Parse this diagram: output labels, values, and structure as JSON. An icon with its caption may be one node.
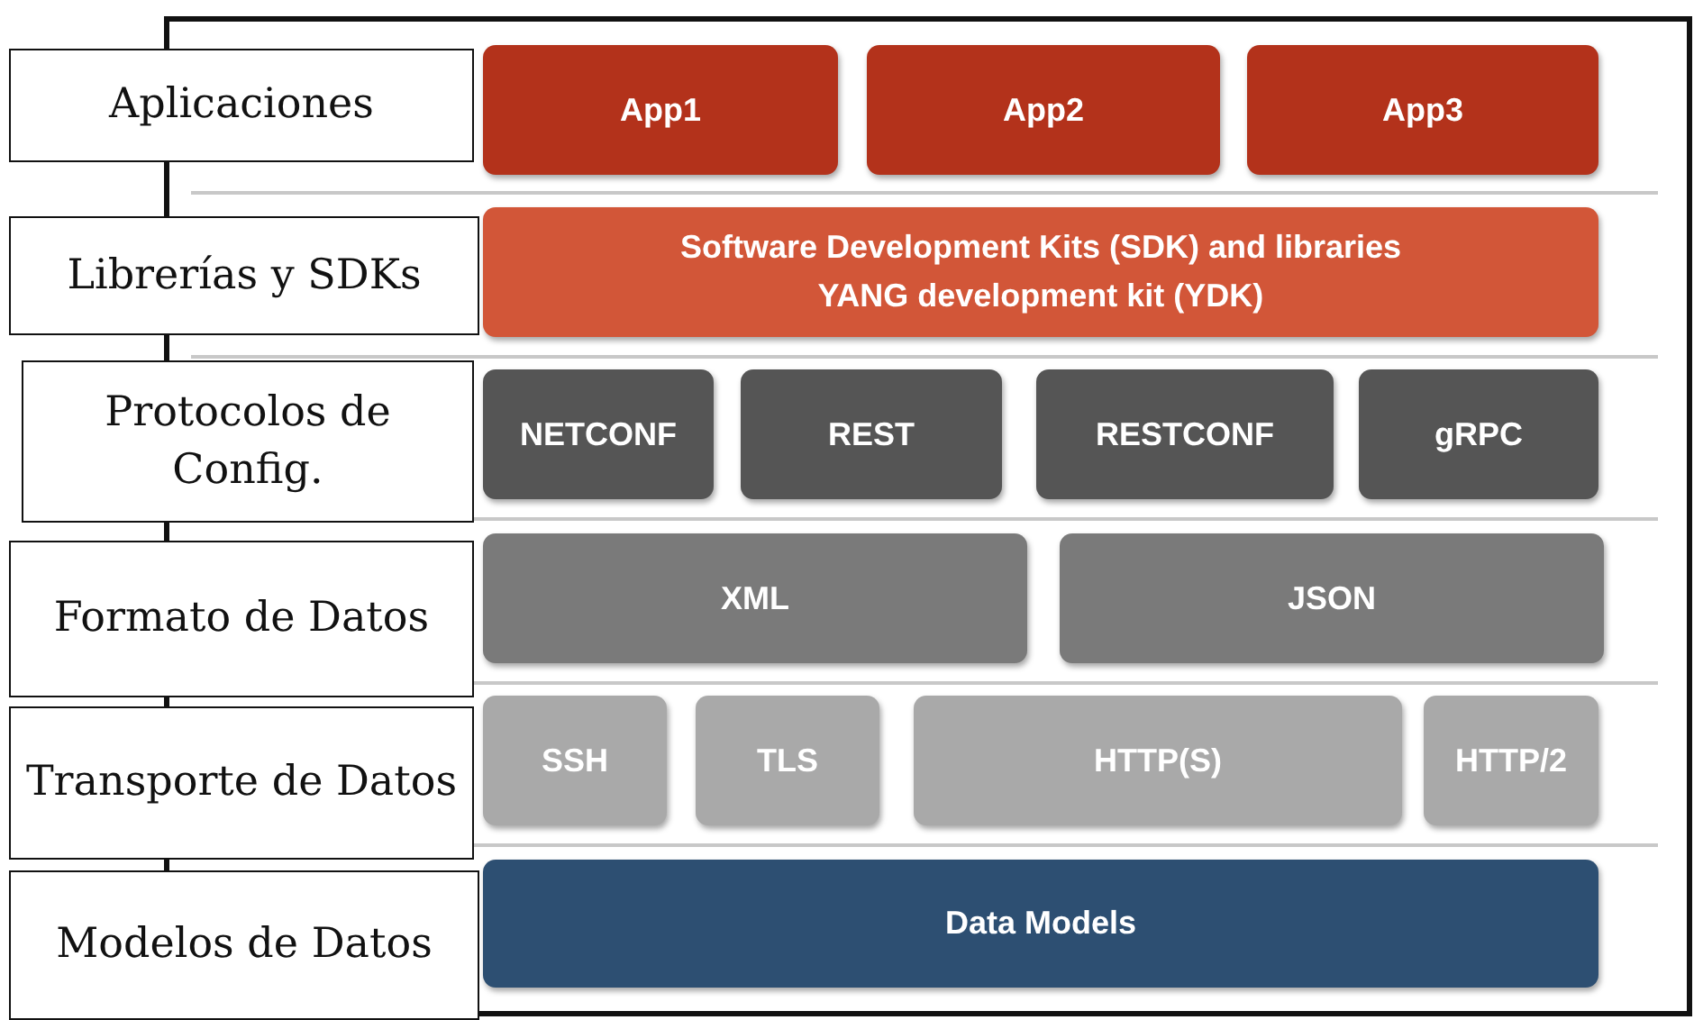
{
  "diagram": {
    "nodes": [
      {
        "text": [
          "Aplicaciones"
        ]
      },
      {
        "text": [
          "App1"
        ]
      },
      {
        "text": [
          "App2"
        ]
      },
      {
        "text": [
          "App3"
        ]
      },
      {
        "text": [
          "Librerías y SDKs"
        ]
      },
      {
        "text": [
          "Software Development Kits (SDK) and libraries",
          "YANG development kit (YDK)"
        ]
      },
      {
        "text": [
          "Protocolos de Config."
        ]
      },
      {
        "text": [
          "NETCONF"
        ]
      },
      {
        "text": [
          "REST"
        ]
      },
      {
        "text": [
          "RESTCONF"
        ]
      },
      {
        "text": [
          "gRPC"
        ]
      },
      {
        "text": [
          "Formato de Datos"
        ]
      },
      {
        "text": [
          "XML"
        ]
      },
      {
        "text": [
          "JSON"
        ]
      },
      {
        "text": [
          "Transporte de Datos"
        ]
      },
      {
        "text": [
          "SSH"
        ]
      },
      {
        "text": [
          "TLS"
        ]
      },
      {
        "text": [
          "HTTP(S)"
        ]
      },
      {
        "text": [
          "HTTP/2"
        ]
      },
      {
        "text": [
          "Modelos de Datos"
        ]
      },
      {
        "text": [
          "Data Models"
        ]
      }
    ],
    "edges": []
  }
}
